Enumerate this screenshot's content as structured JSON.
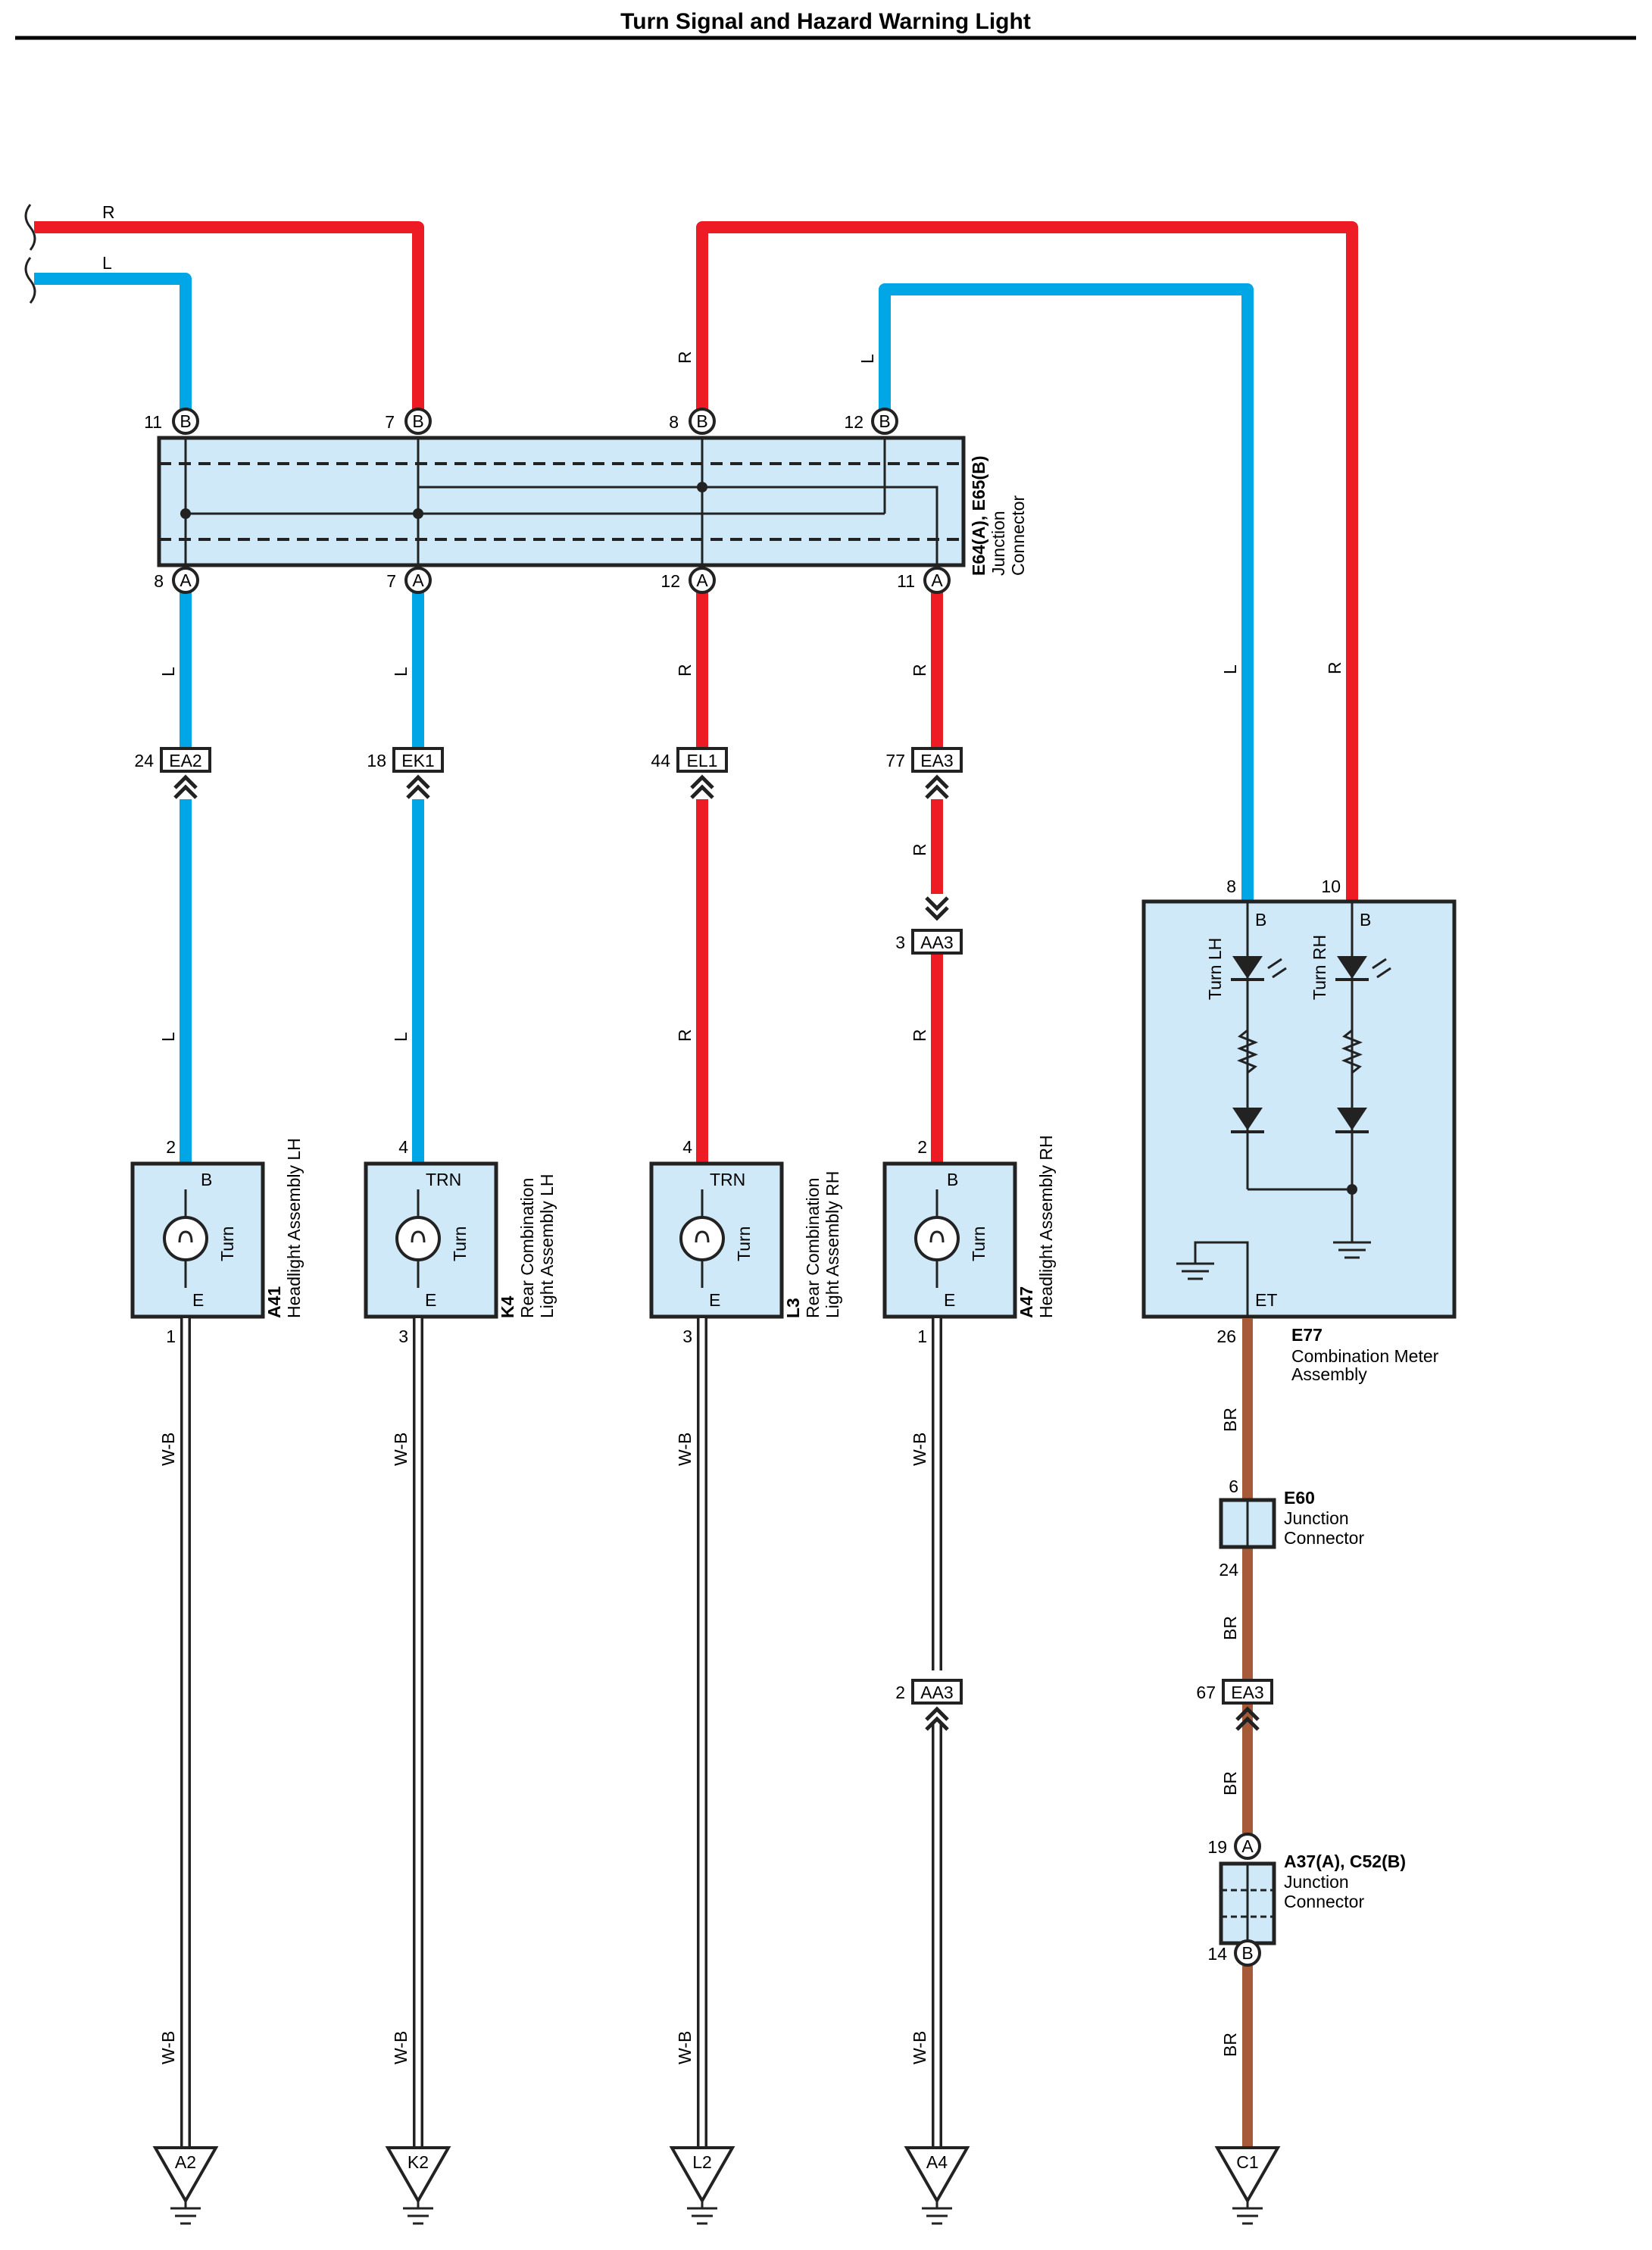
{
  "title": "Turn Signal and Hazard Warning Light",
  "colors": {
    "R": "#ed1c24",
    "L": "#00a6e6",
    "BR": "#a65a37",
    "W-B": "#222222",
    "component_fill": "#cfe9f8"
  },
  "wire_codes": {
    "red": "R",
    "blue": "L",
    "brown": "BR",
    "white_black": "W-B"
  },
  "junction_connector_top": {
    "id": "E64(A), E65(B)",
    "desc_line1": "Junction",
    "desc_line2": "Connector",
    "pin_letter_a": "A",
    "pin_letter_b": "B",
    "top_pins": [
      "11",
      "7",
      "8",
      "12"
    ],
    "bottom_pins": [
      "8",
      "7",
      "12",
      "11"
    ]
  },
  "inline_connectors": {
    "ea2": {
      "name": "EA2",
      "pin": "24"
    },
    "ek1": {
      "name": "EK1",
      "pin": "18"
    },
    "el1": {
      "name": "EL1",
      "pin": "44"
    },
    "ea3_top": {
      "name": "EA3",
      "pin": "77"
    },
    "aa3_top": {
      "name": "AA3",
      "pin": "3"
    },
    "aa3_bottom": {
      "name": "AA3",
      "pin": "2"
    },
    "ea3_bottom": {
      "name": "EA3",
      "pin": "67"
    }
  },
  "components": [
    {
      "id": "A41",
      "line1": "Headlight Assembly LH",
      "line2": "",
      "top_pin": "2",
      "top_label": "B",
      "bottom_pin": "1",
      "bottom_label": "E",
      "bulb_label": "Turn",
      "ground": "A2"
    },
    {
      "id": "K4",
      "line1": "Rear Combination",
      "line2": "Light Assembly LH",
      "top_pin": "4",
      "top_label": "TRN",
      "bottom_pin": "3",
      "bottom_label": "E",
      "bulb_label": "Turn",
      "ground": "K2"
    },
    {
      "id": "L3",
      "line1": "Rear Combination",
      "line2": "Light Assembly RH",
      "top_pin": "4",
      "top_label": "TRN",
      "bottom_pin": "3",
      "bottom_label": "E",
      "bulb_label": "Turn",
      "ground": "L2"
    },
    {
      "id": "A47",
      "line1": "Headlight Assembly RH",
      "line2": "",
      "top_pin": "2",
      "top_label": "B",
      "bottom_pin": "1",
      "bottom_label": "E",
      "bulb_label": "Turn",
      "ground": "A4"
    }
  ],
  "meter": {
    "id": "E77",
    "line1": "Combination Meter",
    "line2": "Assembly",
    "pin_l": "8",
    "pin_r": "10",
    "label_b": "B",
    "turn_lh": "Turn LH",
    "turn_rh": "Turn RH",
    "et_label": "ET",
    "et_pin": "26"
  },
  "e60": {
    "id": "E60",
    "line1": "Junction",
    "line2": "Connector",
    "pin_top": "6",
    "pin_bottom": "24"
  },
  "a37": {
    "id": "A37(A), C52(B)",
    "line1": "Junction",
    "line2": "Connector",
    "pin_top": "19",
    "pin_top_letter": "A",
    "pin_bottom": "14",
    "pin_bottom_letter": "B"
  },
  "ground_c1": "C1"
}
